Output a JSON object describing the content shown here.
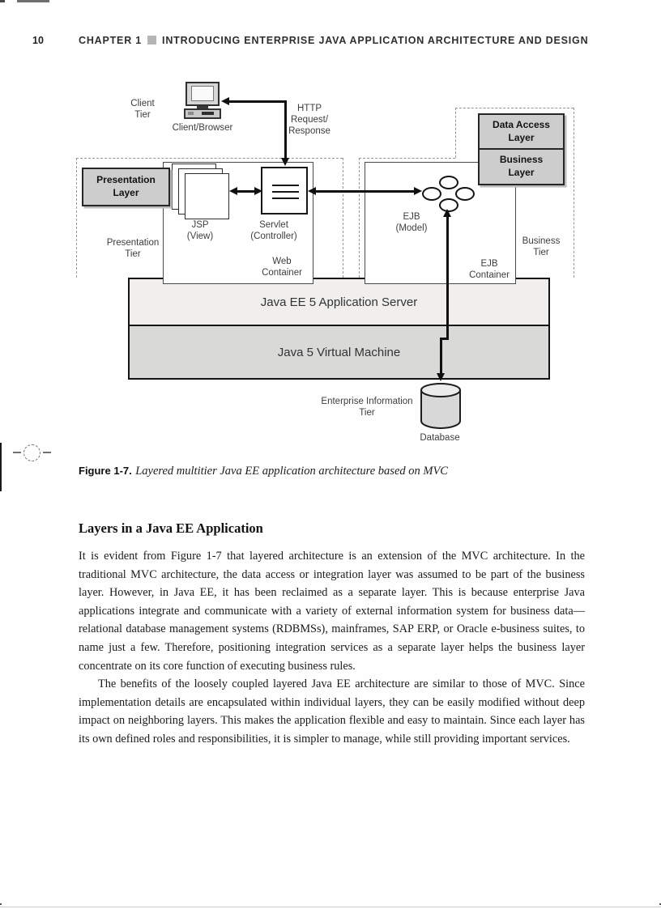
{
  "header": {
    "page_number": "10",
    "chapter_label": "CHAPTER 1",
    "chapter_title": "INTRODUCING ENTERPRISE JAVA APPLICATION ARCHITECTURE AND DESIGN"
  },
  "figure": {
    "label": "Figure 1-7.",
    "caption": "Layered multitier Java EE application architecture based on MVC",
    "diagram": {
      "labels": {
        "client_tier": "Client\nTier",
        "client_browser": "Client/Browser",
        "http": "HTTP\nRequest/\nResponse",
        "presentation_layer": "Presentation\nLayer",
        "jsp": "JSP\n(View)",
        "servlet": "Servlet\n(Controller)",
        "web_container": "Web\nContainer",
        "presentation_tier": "Presentation\nTier",
        "ejb_model": "EJB\n(Model)",
        "ejb_container": "EJB\nContainer",
        "business_tier": "Business\nTier",
        "data_access_layer": "Data Access\nLayer",
        "business_layer": "Business\nLayer",
        "app_server": "Java EE 5 Application Server",
        "jvm": "Java 5 Virtual Machine",
        "eis_tier": "Enterprise Information\nTier",
        "database": "Database"
      },
      "colors": {
        "layer_box_fill": "#cdcdcd",
        "app_server_fill": "#f0efee",
        "jvm_fill": "#d9d9d8",
        "arrow": "#101010",
        "header_square": "#b5b5b5"
      }
    }
  },
  "section": {
    "heading": "Layers in a Java EE Application",
    "paragraphs": [
      "It is evident from Figure 1-7 that layered architecture is an extension of the MVC architecture. In the traditional MVC architecture, the data access or integration layer was assumed to be part of the business layer. However, in Java EE, it has been reclaimed as a separate layer. This is because enterprise Java applications integrate and communicate with a variety of external information system for business data—relational database management systems (RDBMSs), mainframes, SAP ERP, or Oracle e-business suites, to name just a few. Therefore, positioning integration services as a separate layer helps the business layer concentrate on its core function of executing business rules.",
      "The benefits of the loosely coupled layered Java EE architecture are similar to those of MVC. Since implementation details are encapsulated within individual layers, they can be easily modified without deep impact on neighboring layers. This makes the application flexible and easy to maintain. Since each layer has its own defined roles and responsibilities, it is simpler to manage, while still providing important services."
    ]
  }
}
